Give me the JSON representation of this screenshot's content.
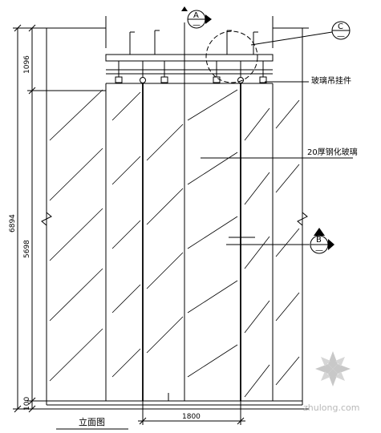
{
  "title": "立面图",
  "dimensions": {
    "overall_height": "6894",
    "top_section": "1096",
    "glass_section": "5698",
    "bottom_base": "100",
    "width": "1800"
  },
  "labels": {
    "hanger": "玻璃吊挂件",
    "glass": "20厚钢化玻璃"
  },
  "section_marks": {
    "a": {
      "letter": "A",
      "sub": "—"
    },
    "b": {
      "letter": "B",
      "sub": "—"
    },
    "c": {
      "letter": "C",
      "sub": "—"
    }
  },
  "watermark": {
    "text": "zhulong.com",
    "icon": "zhulong-logo-icon"
  }
}
